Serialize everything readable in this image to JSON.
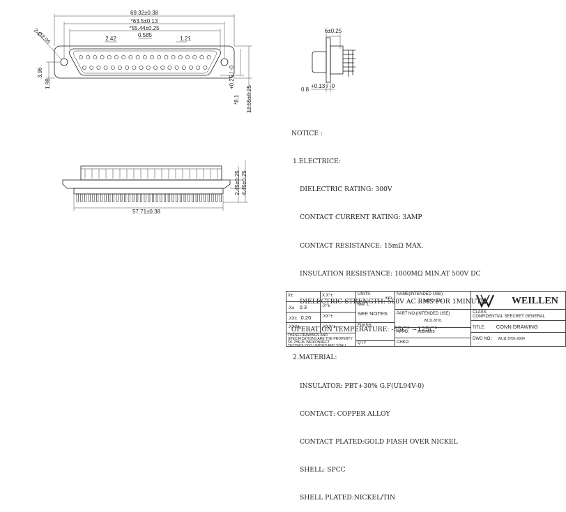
{
  "dimensions": {
    "overall_width": "69.32±0.38",
    "width_2": "*63.5±0.13",
    "width_3": "*55.44±0.25",
    "pitch_row": "2.42",
    "pitch_center": "0.585",
    "pitch_right": "1.21",
    "hole_dia": "2-Ø3.05",
    "left_h1": "3.96",
    "left_h2": "1.98",
    "height_inner": "*8.1",
    "height_inner_tol": "+0.25 / -0",
    "height_outer": "12.55±0.25",
    "side_top": "6±0.25",
    "side_bottom": "0.8",
    "side_bottom_tol": "+0.13 / -0",
    "front_h1": "2.45±0.25",
    "front_h2": "4.45±0.25",
    "front_width": "57.71±0.38"
  },
  "notes": {
    "heading": "NOTICE :",
    "section1": "1.ELECTRICE:",
    "electric": [
      "DIELECTRIC RATING: 300V",
      "CONTACT CURRENT RATING: 3AMP",
      "CONTACT RESISTANCE: 15mΩ MAX.",
      "INSULATION RESISTANCE: 1000MΩ MIN.AT 500V DC",
      "DIELECTRIC STRENGTH: 500V AC RMS FOR 1MINUTE"
    ],
    "operation": "OPERATION TEMPERATURE: -55C° ~125C°",
    "section2": "2.MATERIAL:",
    "material": [
      "INSULATOR: PBT+30% G.F(UL94V-0)",
      "CONTACT: COPPER ALLOY",
      "CONTACT PLATED:GOLD FIASH OVER NICKEL",
      "SHELL: SPCC",
      "SHELL PLATED:NICKEL/TIN"
    ]
  },
  "title_block": {
    "tol_x": "X±",
    "tol_x_deg": "X.X°±",
    "tol_xx": ".X±",
    "tol_xx_val": "0.3",
    "tol_xx_deg": ".X°±",
    "tol_xxx": ".XX±",
    "tol_xxx_val": "0.20",
    "tol_xxx_deg": ".XX°±",
    "tol_xxxx": ".XXX±",
    "tol_xxxx_deg": ".XXX°±",
    "units_label": "UNITS",
    "units_value": "mm",
    "matl_label": "MAT'L",
    "matl_value": "SEE NOTES",
    "finish_label": "FINISH",
    "qty_label": "QTY",
    "disclaimer": "THESE DRAWINGS AND SPECIFICATIONS ARE THE PROPERTY OF ZHEJIL WEIKONNECT TECHNOLOGY LIMITED AND SHALL NOT BE",
    "name_label": "NAME(INTENDED USE)",
    "name_value": "DB37 PLUG",
    "part_label": "PART NO.(INTENDED USE)",
    "part_value": "WL11-5T01",
    "appd_label": "APPD:",
    "appd_value": "2022/08/15",
    "chkd_label": "CHKD:",
    "brand": "WEILLEN",
    "class_label": "CLASS:",
    "class_options": "CONFIDENTIAL  SEECRET  GENERAL",
    "title_label": "TITLE:",
    "title_value": "CONN DRAWING",
    "dwg_label": "DWG NO.:",
    "dwg_value": "WL11-5T01-0004"
  }
}
